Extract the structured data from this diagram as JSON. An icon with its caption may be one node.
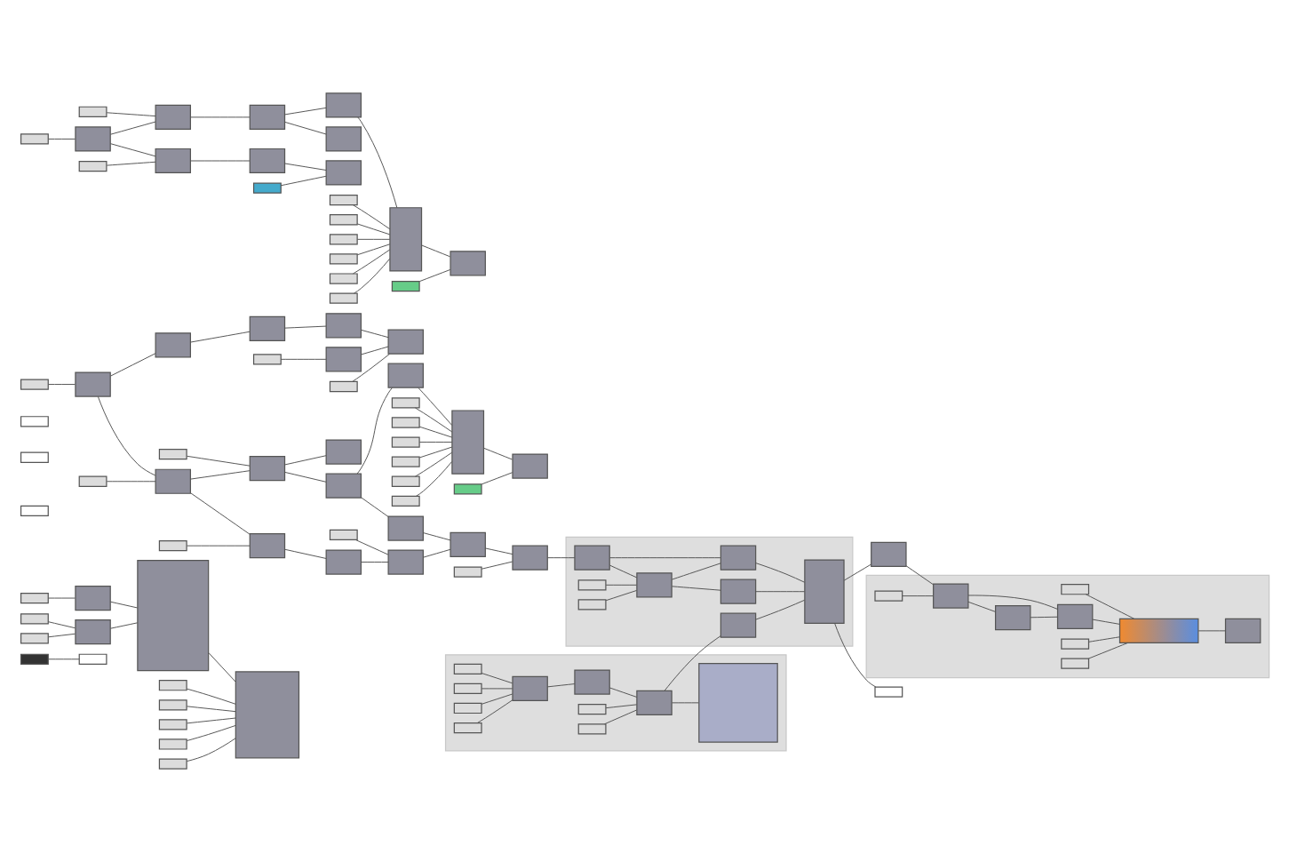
{
  "diagram": {
    "nodes": [
      {
        "text": [],
        "shape": "box"
      },
      {
        "text": [],
        "shape": "box"
      },
      {
        "text": [],
        "shape": "box"
      },
      {
        "text": [],
        "shape": "box"
      },
      {
        "text": [],
        "shape": "box"
      },
      {
        "text": [],
        "shape": "box"
      },
      {
        "text": [],
        "shape": "box"
      },
      {
        "text": [],
        "shape": "box"
      },
      {
        "text": [],
        "shape": "box"
      },
      {
        "text": [],
        "shape": "box"
      },
      {
        "text": [],
        "shape": "box"
      },
      {
        "text": [],
        "shape": "box"
      },
      {
        "text": [],
        "shape": "box"
      },
      {
        "text": [],
        "shape": "box"
      },
      {
        "text": [],
        "shape": "box"
      },
      {
        "text": [],
        "shape": "box"
      },
      {
        "text": [],
        "shape": "box"
      },
      {
        "text": [],
        "shape": "box"
      },
      {
        "text": [],
        "shape": "box"
      },
      {
        "text": [],
        "shape": "box"
      },
      {
        "text": [],
        "shape": "box"
      },
      {
        "text": [],
        "shape": "box"
      },
      {
        "text": [],
        "shape": "box"
      },
      {
        "text": [],
        "shape": "box"
      },
      {
        "text": [],
        "shape": "box"
      },
      {
        "text": [],
        "shape": "box"
      },
      {
        "text": [],
        "shape": "box"
      },
      {
        "text": [],
        "shape": "box"
      },
      {
        "text": [],
        "shape": "box"
      },
      {
        "text": [],
        "shape": "box"
      },
      {
        "text": [],
        "shape": "box"
      },
      {
        "text": [],
        "shape": "box"
      },
      {
        "text": [],
        "shape": "box"
      },
      {
        "text": [],
        "shape": "box"
      },
      {
        "text": [],
        "shape": "box"
      },
      {
        "text": [],
        "shape": "box"
      },
      {
        "text": [],
        "shape": "box"
      },
      {
        "text": [],
        "shape": "box"
      },
      {
        "text": [],
        "shape": "box"
      },
      {
        "text": [],
        "shape": "box"
      },
      {
        "text": [],
        "shape": "box"
      },
      {
        "text": [],
        "shape": "box"
      },
      {
        "text": [],
        "shape": "box"
      },
      {
        "text": [],
        "shape": "box"
      },
      {
        "text": [],
        "shape": "box"
      },
      {
        "text": [],
        "shape": "box"
      },
      {
        "text": [],
        "shape": "box"
      },
      {
        "text": [],
        "shape": "box"
      },
      {
        "text": [],
        "shape": "box"
      },
      {
        "text": [],
        "shape": "box"
      },
      {
        "text": [],
        "shape": "box"
      },
      {
        "text": [],
        "shape": "box"
      },
      {
        "text": [],
        "shape": "box"
      },
      {
        "text": [],
        "shape": "box"
      },
      {
        "text": [],
        "shape": "box"
      },
      {
        "text": [],
        "shape": "box"
      },
      {
        "text": [],
        "shape": "box"
      },
      {
        "text": [],
        "shape": "box"
      },
      {
        "text": [],
        "shape": "box"
      },
      {
        "text": [],
        "shape": "box"
      },
      {
        "text": [],
        "shape": "box"
      },
      {
        "text": [],
        "shape": "box"
      },
      {
        "text": [],
        "shape": "box"
      },
      {
        "text": [],
        "shape": "box"
      },
      {
        "text": [],
        "shape": "box"
      },
      {
        "text": [],
        "shape": "box"
      },
      {
        "text": [],
        "shape": "box"
      },
      {
        "text": [],
        "shape": "box",
        "in": 66
      },
      {
        "text": [],
        "shape": "box",
        "in": 66
      },
      {
        "text": [],
        "shape": "box",
        "in": 66
      },
      {
        "text": [],
        "shape": "box",
        "in": 66
      },
      {
        "text": [],
        "shape": "box",
        "in": 66
      },
      {
        "text": [],
        "shape": "box",
        "in": 66
      },
      {
        "text": [],
        "shape": "box",
        "in": 66
      },
      {
        "text": [],
        "shape": "box",
        "in": 66
      },
      {
        "text": [],
        "shape": "box"
      },
      {
        "text": [],
        "shape": "box",
        "in": 75
      },
      {
        "text": [],
        "shape": "box",
        "in": 75
      },
      {
        "text": [],
        "shape": "box",
        "in": 75
      },
      {
        "text": [],
        "shape": "box",
        "in": 75
      },
      {
        "text": [],
        "shape": "box",
        "in": 75
      },
      {
        "text": [],
        "shape": "box",
        "in": 75
      },
      {
        "text": [],
        "shape": "box",
        "in": 75
      },
      {
        "text": [],
        "shape": "box",
        "in": 75
      },
      {
        "text": [],
        "shape": "box",
        "in": 75
      },
      {
        "text": [],
        "shape": "box",
        "in": 75
      },
      {
        "text": [],
        "shape": "box"
      },
      {
        "text": [],
        "shape": "box"
      },
      {
        "text": [],
        "shape": "box"
      },
      {
        "text": [],
        "shape": "box",
        "in": 88
      },
      {
        "text": [],
        "shape": "box",
        "in": 88
      },
      {
        "text": [],
        "shape": "box",
        "in": 88
      },
      {
        "text": [],
        "shape": "box",
        "in": 88
      },
      {
        "text": [],
        "shape": "box",
        "in": 88
      },
      {
        "text": [],
        "shape": "box",
        "in": 88
      },
      {
        "text": [],
        "shape": "box",
        "in": 88
      },
      {
        "text": [],
        "shape": "box",
        "in": 88
      },
      {
        "text": [],
        "shape": "box",
        "in": 88
      },
      {
        "text": [],
        "shape": "box"
      },
      {
        "text": [],
        "shape": "box"
      },
      {
        "text": [],
        "shape": "box"
      },
      {
        "text": [],
        "shape": "box"
      },
      {
        "text": [],
        "shape": "box"
      },
      {
        "text": [],
        "shape": "box"
      }
    ],
    "edges": [
      {
        "from": 0,
        "to": 1,
        "arrow": "none"
      },
      {
        "from": 2,
        "to": 3,
        "arrow": "none"
      },
      {
        "from": 4,
        "to": 6,
        "arrow": "none"
      },
      {
        "from": 5,
        "to": 6,
        "arrow": "none"
      },
      {
        "from": 3,
        "to": 7,
        "arrow": "none"
      },
      {
        "from": 6,
        "to": 7,
        "arrow": "none"
      },
      {
        "from": 8,
        "to": 12,
        "arrow": "none"
      },
      {
        "from": 9,
        "to": 12,
        "arrow": "none"
      },
      {
        "from": 10,
        "to": 12,
        "arrow": "none"
      },
      {
        "from": 11,
        "to": 12,
        "arrow": "none"
      },
      {
        "from": 7,
        "to": 12,
        "arrow": "none"
      },
      {
        "from": 13,
        "to": 12,
        "arrow": "none"
      },
      {
        "from": 17,
        "to": 18,
        "arrow": "none"
      },
      {
        "from": 18,
        "to": 19,
        "arrow": "none"
      },
      {
        "from": 19,
        "to": 20,
        "arrow": "none"
      },
      {
        "from": 20,
        "to": 21,
        "arrow": "none"
      },
      {
        "from": 21,
        "to": 22,
        "arrow": "none"
      },
      {
        "from": 23,
        "to": 24,
        "arrow": "none"
      },
      {
        "from": 24,
        "to": 22,
        "arrow": "none"
      },
      {
        "from": 25,
        "to": 22,
        "arrow": "none"
      },
      {
        "from": 26,
        "to": 27,
        "arrow": "none"
      },
      {
        "from": 27,
        "to": 28,
        "arrow": "none"
      },
      {
        "from": 29,
        "to": 28,
        "arrow": "none"
      },
      {
        "from": 28,
        "to": 30,
        "arrow": "none"
      },
      {
        "from": 30,
        "to": 31,
        "arrow": "none"
      },
      {
        "from": 31,
        "to": 32,
        "arrow": "none"
      },
      {
        "from": 33,
        "to": 32,
        "arrow": "none"
      },
      {
        "from": 34,
        "to": 32,
        "arrow": "none"
      },
      {
        "from": 35,
        "to": 32,
        "arrow": "none"
      },
      {
        "from": 36,
        "to": 32,
        "arrow": "none"
      },
      {
        "from": 37,
        "to": 32,
        "arrow": "none"
      },
      {
        "from": 38,
        "to": 32,
        "arrow": "none"
      },
      {
        "from": 32,
        "to": 39,
        "arrow": "none"
      },
      {
        "from": 40,
        "to": 39,
        "arrow": "none"
      },
      {
        "from": 41,
        "to": 42,
        "arrow": "none"
      },
      {
        "from": 42,
        "to": 43,
        "arrow": "none"
      },
      {
        "from": 44,
        "to": 43,
        "arrow": "none"
      },
      {
        "from": 43,
        "to": 45,
        "arrow": "none"
      },
      {
        "from": 45,
        "to": 46,
        "arrow": "none"
      },
      {
        "from": 46,
        "to": 47,
        "arrow": "none"
      },
      {
        "from": 48,
        "to": 47,
        "arrow": "none"
      },
      {
        "from": 49,
        "to": 47,
        "arrow": "none"
      },
      {
        "from": 50,
        "to": 47,
        "arrow": "none"
      },
      {
        "from": 51,
        "to": 47,
        "arrow": "none"
      },
      {
        "from": 52,
        "to": 47,
        "arrow": "none"
      },
      {
        "from": 53,
        "to": 47,
        "arrow": "none"
      },
      {
        "from": 47,
        "to": 54,
        "arrow": "none"
      },
      {
        "from": 55,
        "to": 54,
        "arrow": "none"
      },
      {
        "from": 56,
        "to": 57,
        "arrow": "none"
      },
      {
        "from": 57,
        "to": 58,
        "arrow": "none"
      },
      {
        "from": 58,
        "to": 59,
        "arrow": "none"
      },
      {
        "from": 60,
        "to": 59,
        "arrow": "none"
      },
      {
        "from": 61,
        "to": 62,
        "arrow": "none"
      },
      {
        "from": 62,
        "to": 63,
        "arrow": "none"
      },
      {
        "from": 63,
        "to": 64,
        "arrow": "none"
      },
      {
        "from": 65,
        "to": 64,
        "arrow": "none"
      },
      {
        "from": 18,
        "to": 42,
        "arrow": "none"
      },
      {
        "from": 27,
        "to": 57,
        "arrow": "none"
      },
      {
        "from": 42,
        "to": 62,
        "arrow": "none"
      },
      {
        "from": 30,
        "to": 102,
        "arrow": "none"
      },
      {
        "from": 43,
        "to": 101,
        "arrow": "none"
      },
      {
        "from": 45,
        "to": 103,
        "arrow": "none"
      },
      {
        "from": 103,
        "to": 98,
        "arrow": "none"
      },
      {
        "from": 64,
        "to": 98,
        "arrow": "none"
      },
      {
        "from": 98,
        "to": 99,
        "arrow": "none"
      },
      {
        "from": 100,
        "to": 99,
        "arrow": "none"
      },
      {
        "from": 99,
        "to": 67,
        "arrow": "none"
      },
      {
        "from": 67,
        "to": 68,
        "arrow": "none"
      },
      {
        "from": 67,
        "to": 69,
        "arrow": "none"
      },
      {
        "from": 71,
        "to": 68,
        "arrow": "none"
      },
      {
        "from": 72,
        "to": 68,
        "arrow": "none"
      },
      {
        "from": 68,
        "to": 69,
        "arrow": "none"
      },
      {
        "from": 69,
        "to": 70,
        "arrow": "none"
      },
      {
        "from": 68,
        "to": 73,
        "arrow": "none"
      },
      {
        "from": 73,
        "to": 70,
        "arrow": "none"
      },
      {
        "from": 74,
        "to": 70,
        "arrow": "none"
      },
      {
        "from": 70,
        "to": 86,
        "arrow": "none"
      },
      {
        "from": 70,
        "to": 87,
        "arrow": "none"
      },
      {
        "from": 84,
        "to": 74,
        "arrow": "none"
      },
      {
        "from": 76,
        "to": 80,
        "arrow": "none"
      },
      {
        "from": 77,
        "to": 80,
        "arrow": "none"
      },
      {
        "from": 78,
        "to": 80,
        "arrow": "none"
      },
      {
        "from": 79,
        "to": 80,
        "arrow": "none"
      },
      {
        "from": 80,
        "to": 81,
        "arrow": "none"
      },
      {
        "from": 81,
        "to": 84,
        "arrow": "none"
      },
      {
        "from": 82,
        "to": 84,
        "arrow": "none"
      },
      {
        "from": 83,
        "to": 84,
        "arrow": "none"
      },
      {
        "from": 84,
        "to": 85,
        "arrow": "none"
      },
      {
        "from": 87,
        "to": 91,
        "arrow": "none"
      },
      {
        "from": 89,
        "to": 96,
        "arrow": "none"
      },
      {
        "from": 90,
        "to": 91,
        "arrow": "none"
      },
      {
        "from": 91,
        "to": 92,
        "arrow": "none"
      },
      {
        "from": 91,
        "to": 93,
        "arrow": "none"
      },
      {
        "from": 92,
        "to": 93,
        "arrow": "none"
      },
      {
        "from": 93,
        "to": 96,
        "arrow": "none"
      },
      {
        "from": 94,
        "to": 96,
        "arrow": "none"
      },
      {
        "from": 95,
        "to": 96,
        "arrow": "none"
      },
      {
        "from": 96,
        "to": 97,
        "arrow": "none"
      }
    ]
  }
}
